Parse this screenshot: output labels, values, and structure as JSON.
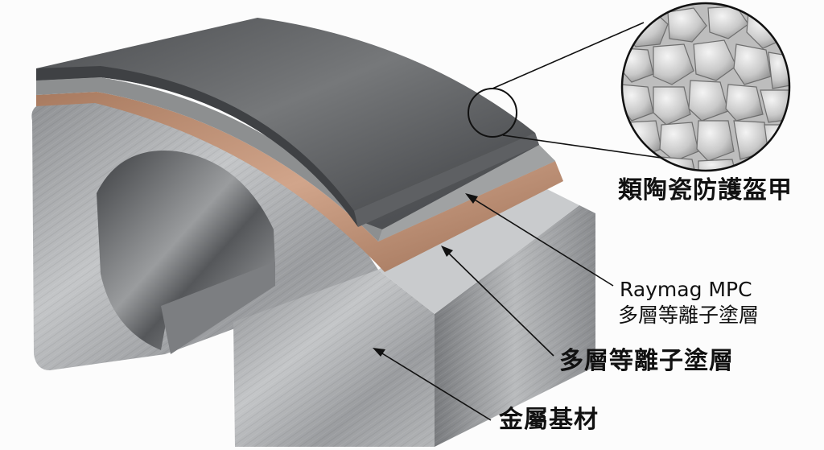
{
  "diagram": {
    "subject": "layered coating cross-section on metal substrate",
    "colors": {
      "background": "#fcfcfc",
      "ceramic_armor_top": "#55575a",
      "ceramic_armor_highlight": "#7a7c7e",
      "mpc_layer": "#8d8f90",
      "plasma_layer": "#b8876a",
      "metal_substrate": "#a9abad",
      "metal_dark": "#6c6e70",
      "leader_line": "#111111",
      "text": "#111111"
    },
    "labels": {
      "ceramic_armor": "類陶瓷防護盔甲",
      "mpc_line1": "Raymag MPC",
      "mpc_line2": "多層等離子塗層",
      "plasma_coating": "多層等離子塗層",
      "metal_substrate": "金屬基材"
    },
    "magnifier": {
      "depicts": "ceramic grain microstructure"
    }
  }
}
